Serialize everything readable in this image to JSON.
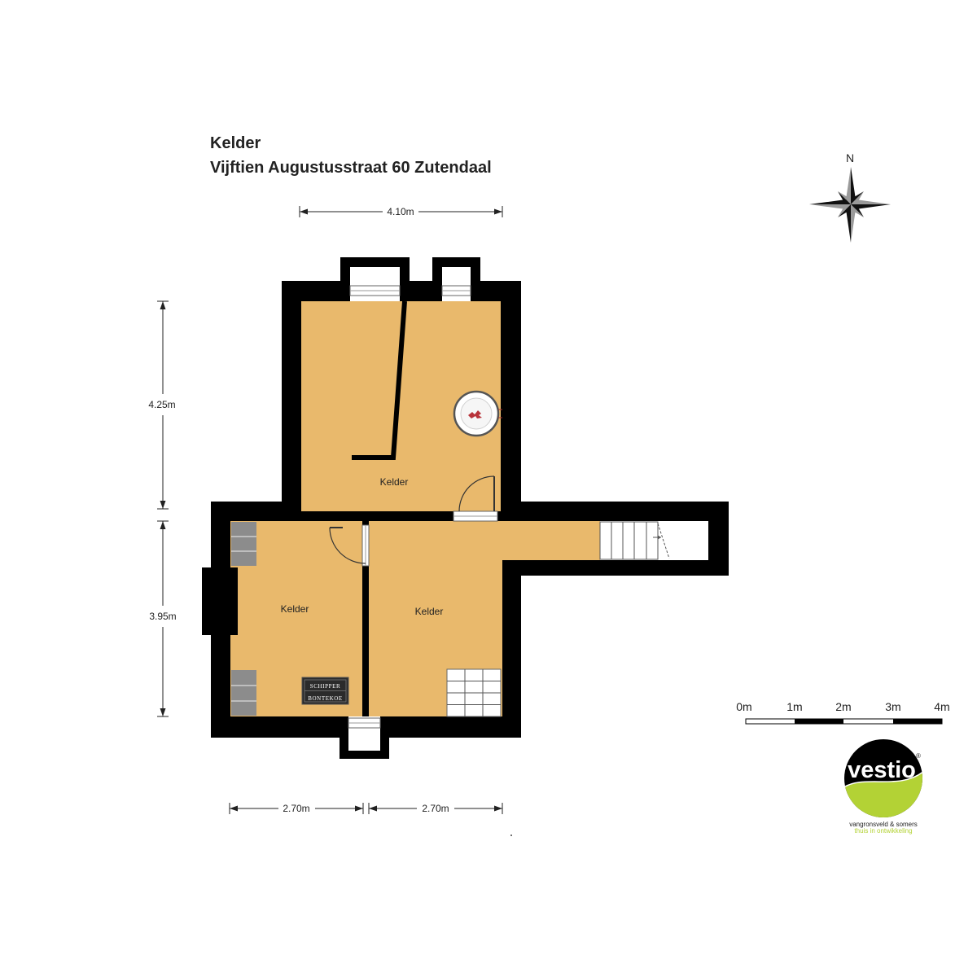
{
  "header": {
    "title": "Kelder",
    "address": "Vijftien Augustusstraat 60 Zutendaal"
  },
  "compass": {
    "north_label": "N"
  },
  "dimensions": {
    "top_width": "4.10m",
    "left_upper_height": "4.25m",
    "left_lower_height": "3.95m",
    "bottom_left_width": "2.70m",
    "bottom_right_width": "2.70m"
  },
  "rooms": [
    {
      "label": "Kelder"
    },
    {
      "label": "Kelder"
    },
    {
      "label": "Kelder"
    }
  ],
  "furniture": {
    "chest_line1": "SCHIPPER",
    "chest_line2": "BONTEKOE"
  },
  "scale_bar": {
    "labels": [
      "0m",
      "1m",
      "2m",
      "3m",
      "4m"
    ]
  },
  "logo": {
    "brand": "vestio",
    "registered": "®",
    "company": "vangronsveld & somers",
    "tagline": "thuis in ontwikkeling"
  },
  "colors": {
    "floor": "#E9B96C",
    "wall": "#000000",
    "fixture_grey": "#8C8C8C",
    "logo_black": "#000000",
    "logo_green": "#B3D235"
  }
}
